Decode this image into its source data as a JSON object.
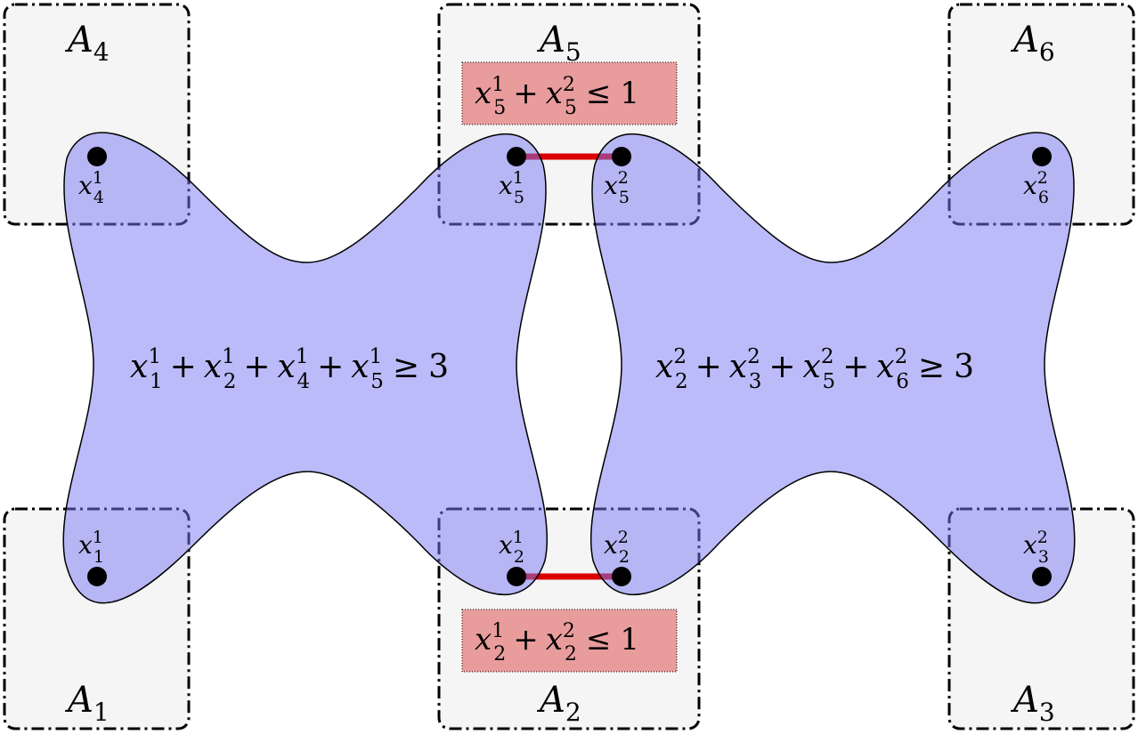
{
  "colors": {
    "box_fill": "#f5f5f5",
    "box_stroke": "#000000",
    "blob_fill": "#bbbbfa",
    "blob_stroke": "#000000",
    "constraint_fill": "#e89c9c",
    "edge_color": "#dd0000",
    "point_color": "#000000"
  },
  "boxes": [
    {
      "letter": "A",
      "index": "4"
    },
    {
      "letter": "A",
      "index": "5"
    },
    {
      "letter": "A",
      "index": "6"
    },
    {
      "letter": "A",
      "index": "1"
    },
    {
      "letter": "A",
      "index": "2"
    },
    {
      "letter": "A",
      "index": "3"
    }
  ],
  "points": [
    {
      "var": "x",
      "sub": "4",
      "sup": "1"
    },
    {
      "var": "x",
      "sub": "5",
      "sup": "1"
    },
    {
      "var": "x",
      "sub": "5",
      "sup": "2"
    },
    {
      "var": "x",
      "sub": "6",
      "sup": "2"
    },
    {
      "var": "x",
      "sub": "1",
      "sup": "1"
    },
    {
      "var": "x",
      "sub": "2",
      "sup": "1"
    },
    {
      "var": "x",
      "sub": "2",
      "sup": "2"
    },
    {
      "var": "x",
      "sub": "3",
      "sup": "2"
    }
  ],
  "blob_equations": {
    "left": {
      "terms": [
        {
          "var": "x",
          "sub": "1",
          "sup": "1"
        },
        {
          "var": "x",
          "sub": "2",
          "sup": "1"
        },
        {
          "var": "x",
          "sub": "4",
          "sup": "1"
        },
        {
          "var": "x",
          "sub": "5",
          "sup": "1"
        }
      ],
      "plus": "+",
      "relation": "≥",
      "rhs": "3"
    },
    "right": {
      "terms": [
        {
          "var": "x",
          "sub": "2",
          "sup": "2"
        },
        {
          "var": "x",
          "sub": "3",
          "sup": "2"
        },
        {
          "var": "x",
          "sub": "5",
          "sup": "2"
        },
        {
          "var": "x",
          "sub": "6",
          "sup": "2"
        }
      ],
      "plus": "+",
      "relation": "≥",
      "rhs": "3"
    }
  },
  "constraints": {
    "top": {
      "terms": [
        {
          "var": "x",
          "sub": "5",
          "sup": "1"
        },
        {
          "var": "x",
          "sub": "5",
          "sup": "2"
        }
      ],
      "plus": "+",
      "relation": "≤",
      "rhs": "1"
    },
    "bottom": {
      "terms": [
        {
          "var": "x",
          "sub": "2",
          "sup": "1"
        },
        {
          "var": "x",
          "sub": "2",
          "sup": "2"
        }
      ],
      "plus": "+",
      "relation": "≤",
      "rhs": "1"
    }
  }
}
